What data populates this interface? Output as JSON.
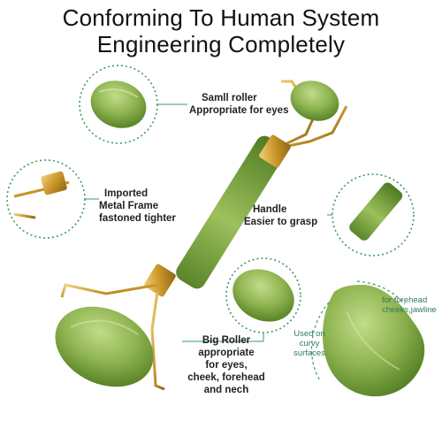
{
  "title": {
    "line1": "Conforming To Human System",
    "line2": "Engineering Completely"
  },
  "callouts": {
    "small_roller": {
      "line1": "Samll roller",
      "line2": "Appropriate for eyes"
    },
    "metal_frame": {
      "line1": "Imported",
      "line2": "Metal Frame",
      "line3": "fastoned tighter"
    },
    "handle": {
      "line1": "Handle",
      "line2": "Easier to grasp"
    },
    "big_roller": {
      "line1": "Big Roller",
      "line2": "appropriate",
      "line3": "for eyes,",
      "line4": "cheek, forehead",
      "line5": "and nech"
    }
  },
  "gua_sha": {
    "label_top_line1": "for forehead",
    "label_top_line2": "cheeks,jawline",
    "label_side_line1": "Used on",
    "label_side_line2": "curvy",
    "label_side_line3": "surfaces"
  },
  "colors": {
    "jade_dark": "#5f8a2a",
    "jade_mid": "#88b04b",
    "jade_light": "#b5d17a",
    "gold": "#d4a534",
    "accent_green": "#2e7d5a"
  }
}
